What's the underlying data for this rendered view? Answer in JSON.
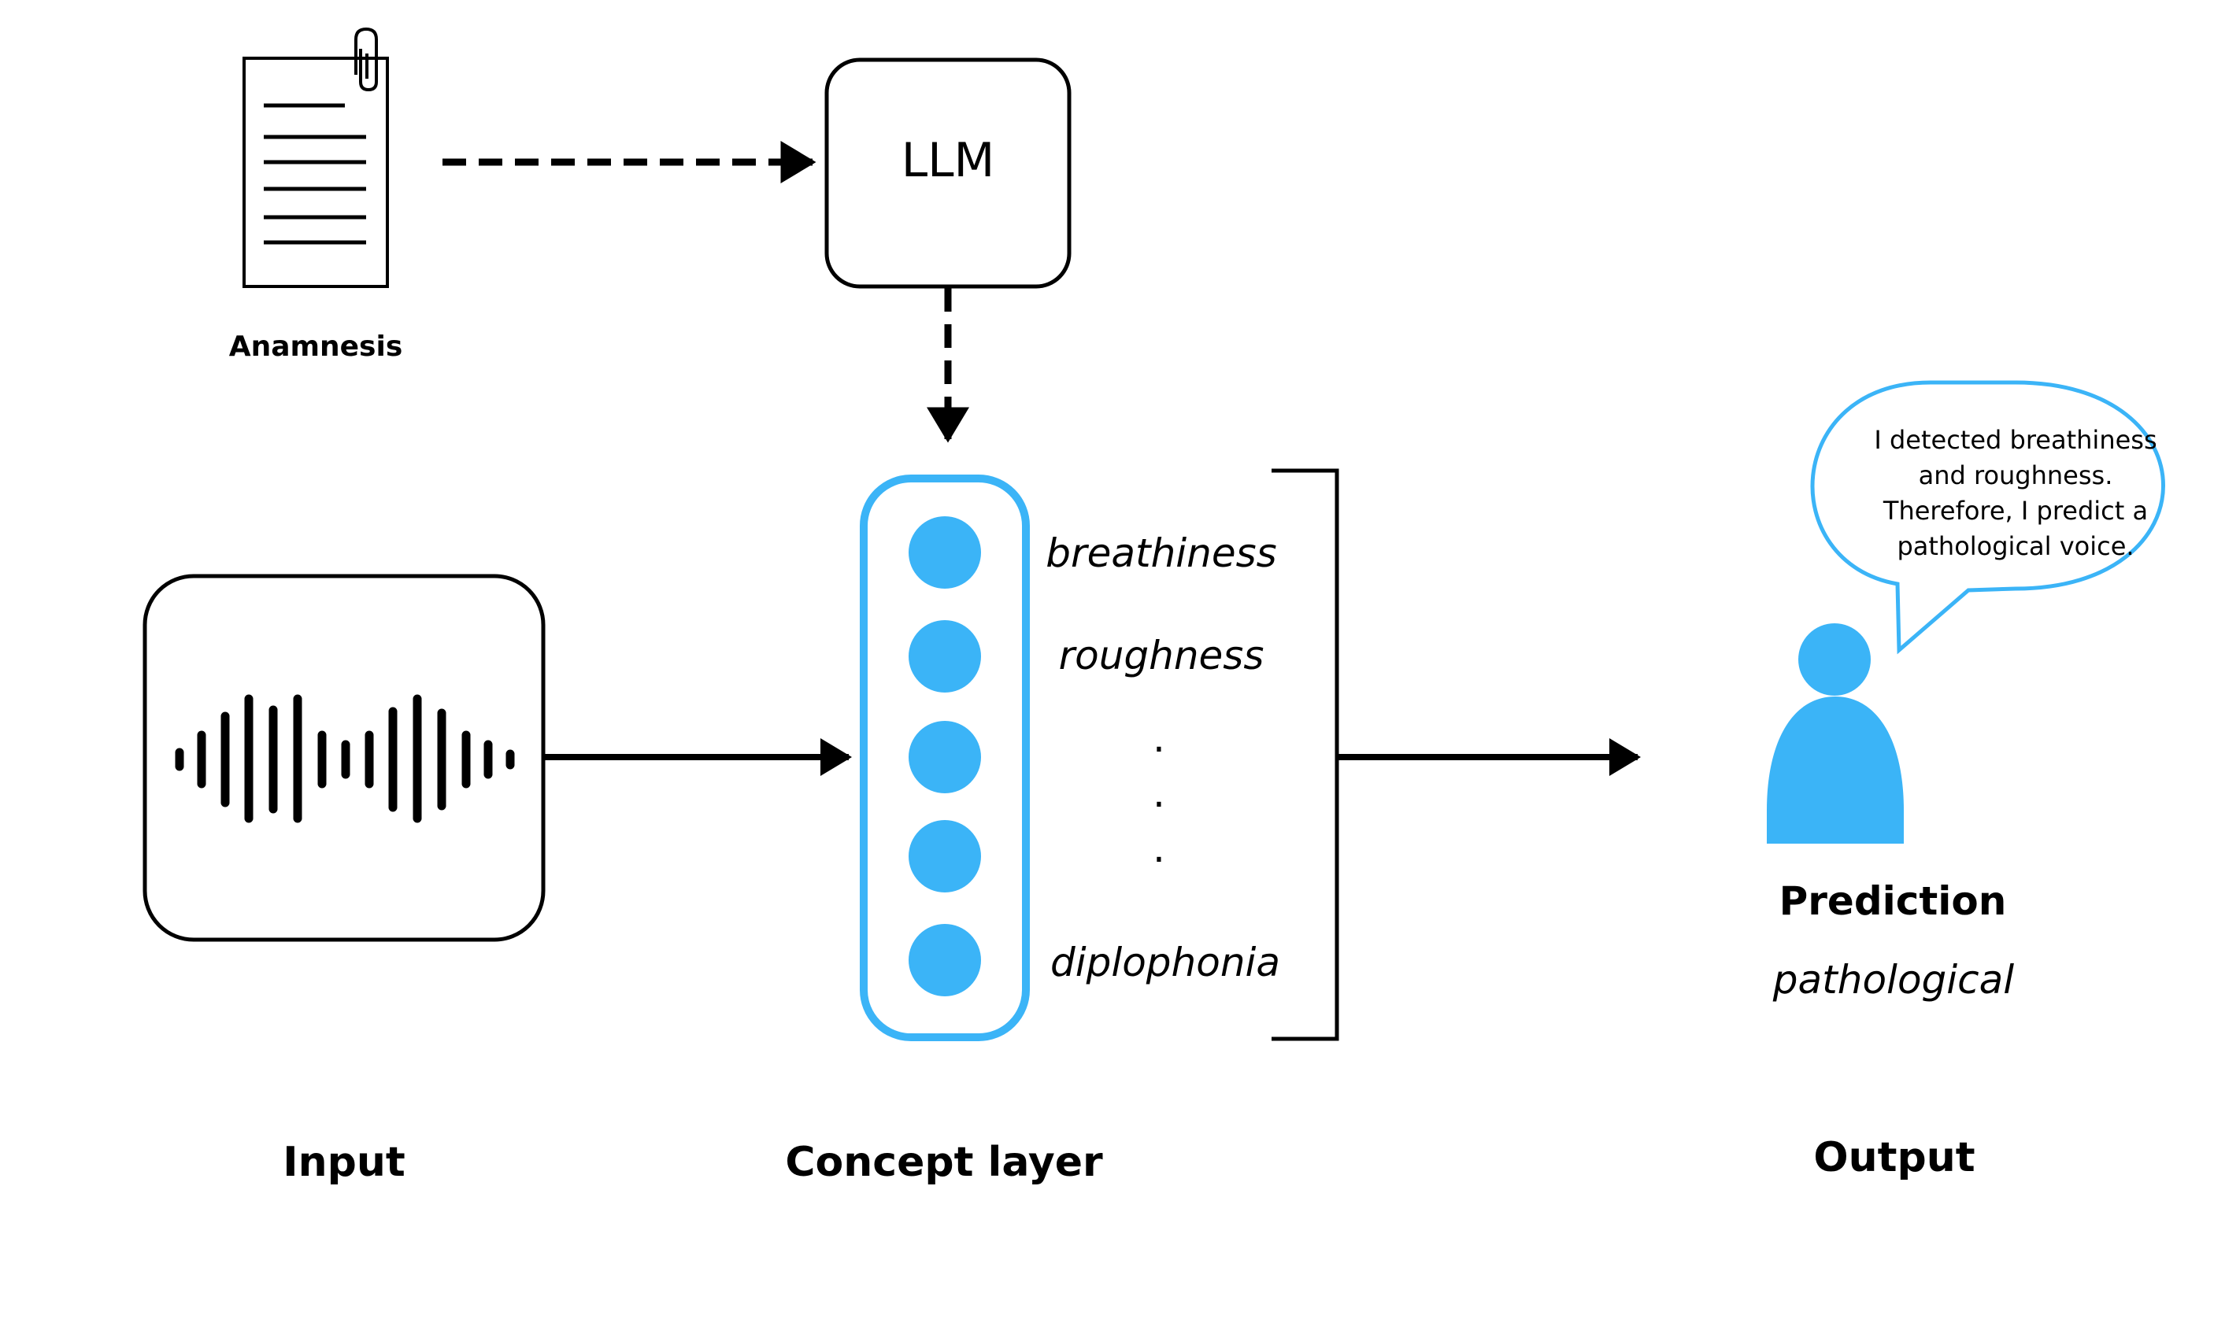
{
  "document": {
    "label": "Anamnesis"
  },
  "llm": {
    "label": "LLM"
  },
  "concepts": {
    "items": [
      "breathiness",
      "roughness",
      "diplophonia"
    ],
    "ellipsis": [
      ".",
      ".",
      "."
    ]
  },
  "speech_bubble": {
    "lines": [
      "I detected breathiness",
      "and roughness.",
      "Therefore, I predict a",
      "pathological voice."
    ]
  },
  "prediction": {
    "title": "Prediction",
    "value": "pathological"
  },
  "sections": {
    "input": "Input",
    "concept_layer": "Concept layer",
    "output": "Output"
  },
  "colors": {
    "accent": "#3bb4f7",
    "stroke": "#000000"
  },
  "icons": {
    "document": "document-icon",
    "paperclip": "paperclip-icon",
    "waveform": "waveform-icon",
    "person": "person-icon"
  }
}
